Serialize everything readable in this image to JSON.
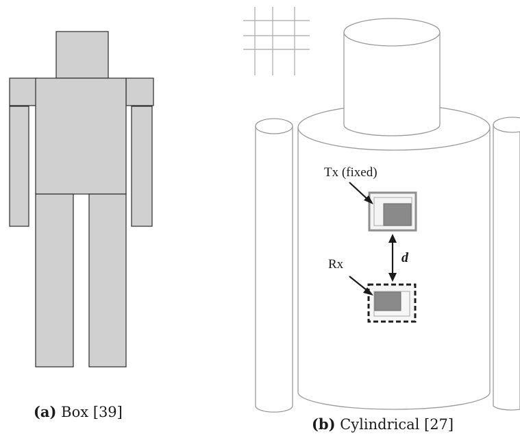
{
  "figure_a": {
    "caption_tag": "(a)",
    "caption_text": " Box [39]"
  },
  "figure_b": {
    "caption_tag": "(b)",
    "caption_text": " Cylindrical [27]",
    "tx_label": "Tx (fixed)",
    "rx_label": "Rx",
    "distance_label": "d"
  },
  "colors": {
    "body_fill": "#d0d0d0",
    "outline": "#2a2a2a",
    "cylinder_outline": "#9a9a9a",
    "tx_frame": "#8e8e8e",
    "antenna_dark": "#8a8a8a"
  }
}
